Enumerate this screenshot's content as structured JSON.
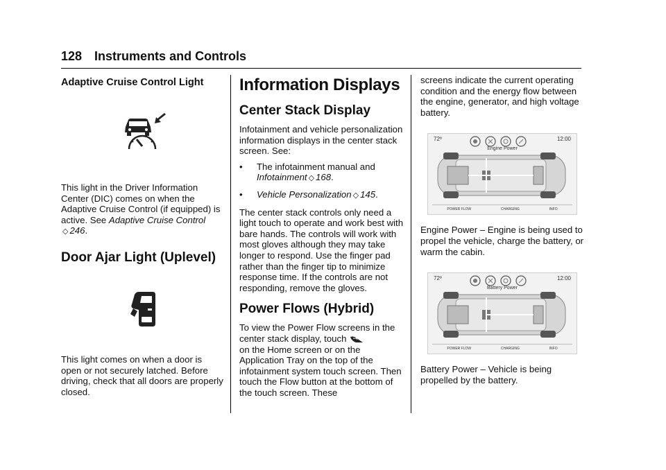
{
  "header": {
    "page_number": "128",
    "section_title": "Instruments and Controls"
  },
  "col1": {
    "acc_heading": "Adaptive Cruise Control Light",
    "acc_text": "This light in the Driver Information Center (DIC) comes on when the Adaptive Cruise Control (if equipped) is active. See ",
    "acc_ref_label": "Adaptive Cruise Control",
    "acc_ref_page": "246",
    "door_heading": "Door Ajar Light (Uplevel)",
    "door_text": "This light comes on when a door is open or not securely latched. Before driving, check that all doors are properly closed."
  },
  "col2": {
    "info_heading": "Information Displays",
    "center_heading": "Center Stack Display",
    "center_intro": "Infotainment and vehicle personalization information displays in the center stack screen. See:",
    "bullets": [
      {
        "marker": "•",
        "prefix": "The infotainment manual and ",
        "ref": "Infotainment",
        "page": "168"
      },
      {
        "marker": "•",
        "prefix": "",
        "ref": "Vehicle Personalization",
        "page": "145"
      }
    ],
    "controls_text": "The center stack controls only need a light touch to operate and work best with bare hands. The controls will work with most gloves although they may take longer to respond. Use the finger pad rather than the finger tip to minimize response time. If the controls are not responding, remove the gloves.",
    "power_heading": "Power Flows (Hybrid)",
    "power_text_1": "To view the Power Flow screens in the center stack display, touch",
    "power_text_2": "on the Home screen or on the Application Tray on the top of the infotainment system touch screen. Then touch the Flow button at the bottom of the touch screen. These"
  },
  "col3": {
    "cont_text": "screens indicate the current operating condition and the energy flow between the engine, generator, and high voltage battery.",
    "screen1": {
      "temp": "72º",
      "time": "12:00",
      "title": "Engine Power",
      "btn1": "POWER FLOW",
      "btn2": "CHARGING",
      "btn3": "INFO"
    },
    "engine_text": "Engine Power – Engine is being used to propel the vehicle, charge the battery, or warm the cabin.",
    "screen2": {
      "temp": "72º",
      "time": "12:00",
      "title": "Battery Power",
      "btn1": "POWER FLOW",
      "btn2": "CHARGING",
      "btn3": "INFO"
    },
    "battery_text": "Battery Power – Vehicle is being propelled by the battery."
  },
  "arrow_symbol": "◇"
}
